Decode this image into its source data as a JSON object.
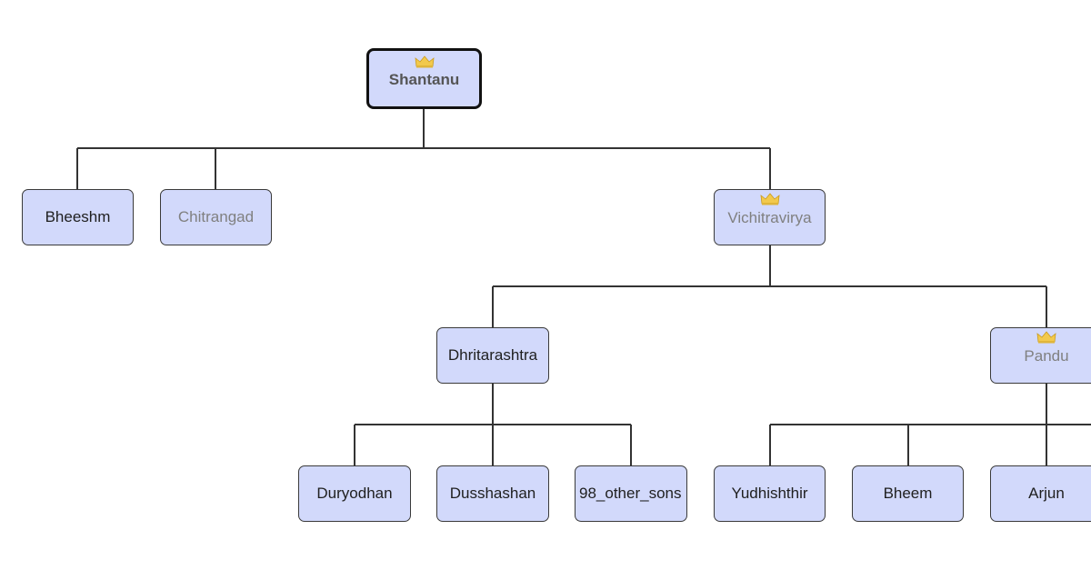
{
  "tree": {
    "root": {
      "label": "Shantanu",
      "crown": true
    },
    "sons_of_shantanu": [
      {
        "label": "Bheeshm"
      },
      {
        "label": "Chitrangad"
      },
      {
        "label": "Vichitravirya",
        "crown": true
      }
    ],
    "sons_of_vichitravirya": [
      {
        "label": "Dhritarashtra"
      },
      {
        "label": "Pandu",
        "crown": true
      }
    ],
    "sons_of_dhritarashtra": [
      {
        "label": "Duryodhan"
      },
      {
        "label": "Dusshashan"
      },
      {
        "label": "98_other_sons"
      }
    ],
    "sons_of_pandu": [
      {
        "label": "Yudhishthir"
      },
      {
        "label": "Bheem"
      },
      {
        "label": "Arjun"
      }
    ]
  },
  "colors": {
    "node_fill": "#d2d9fb",
    "node_border": "#3a3a3a",
    "connector": "#333333",
    "crown": "#f2c94c",
    "muted_text": "#808080"
  }
}
